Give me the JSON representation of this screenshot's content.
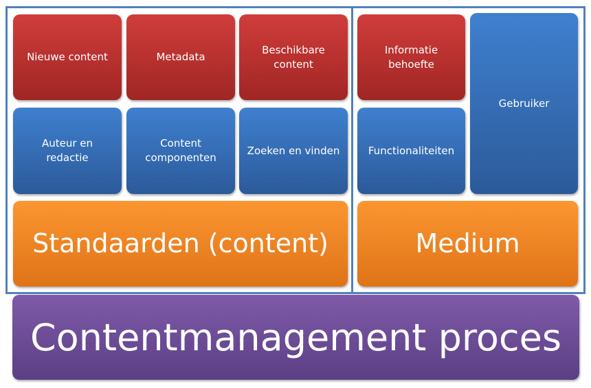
{
  "groups": {
    "content": {
      "red_row": [
        "Nieuwe content",
        "Metadata",
        "Beschikbare content"
      ],
      "blue_row": [
        "Auteur en redactie",
        "Content componenten",
        "Zoeken en vinden"
      ],
      "base": "Standaarden (content)"
    },
    "medium": {
      "red": "Informatie behoefte",
      "blue": "Functionaliteiten",
      "tall": "Gebruiker",
      "base": "Medium"
    }
  },
  "foundation": "Contentmanagement proces",
  "colors": {
    "frame": "#4f81bd",
    "red": "#c0392b",
    "blue": "#3a72bf",
    "orange": "#f28a25",
    "purple": "#6f4d98"
  }
}
